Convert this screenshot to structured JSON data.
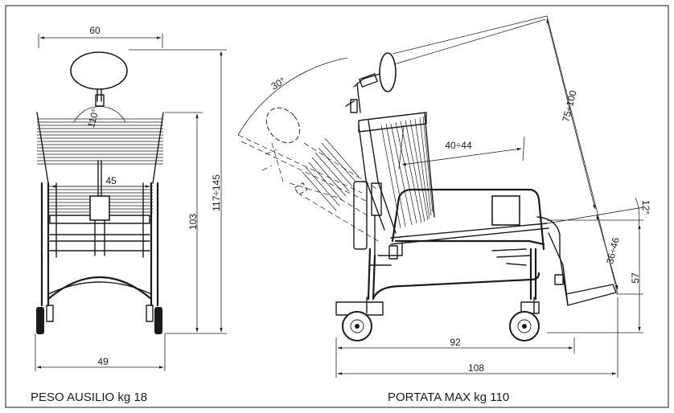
{
  "front_view": {
    "width_top": "60",
    "width_bottom": "49",
    "seat_width": "45",
    "recline_angle": "110°",
    "backrest_height": "103",
    "total_height_range": "117÷145"
  },
  "side_view": {
    "tilt_angle": "30°",
    "back_height_range": "75÷100",
    "seat_depth_range": "40÷44",
    "seat_angle": "12°",
    "seat_height_range": "36÷46",
    "footrest_height": "57",
    "wheelbase": "92",
    "total_length": "108"
  },
  "captions": {
    "weight": "PESO AUSILIO kg 18",
    "max_load": "PORTATA MAX kg 110"
  }
}
